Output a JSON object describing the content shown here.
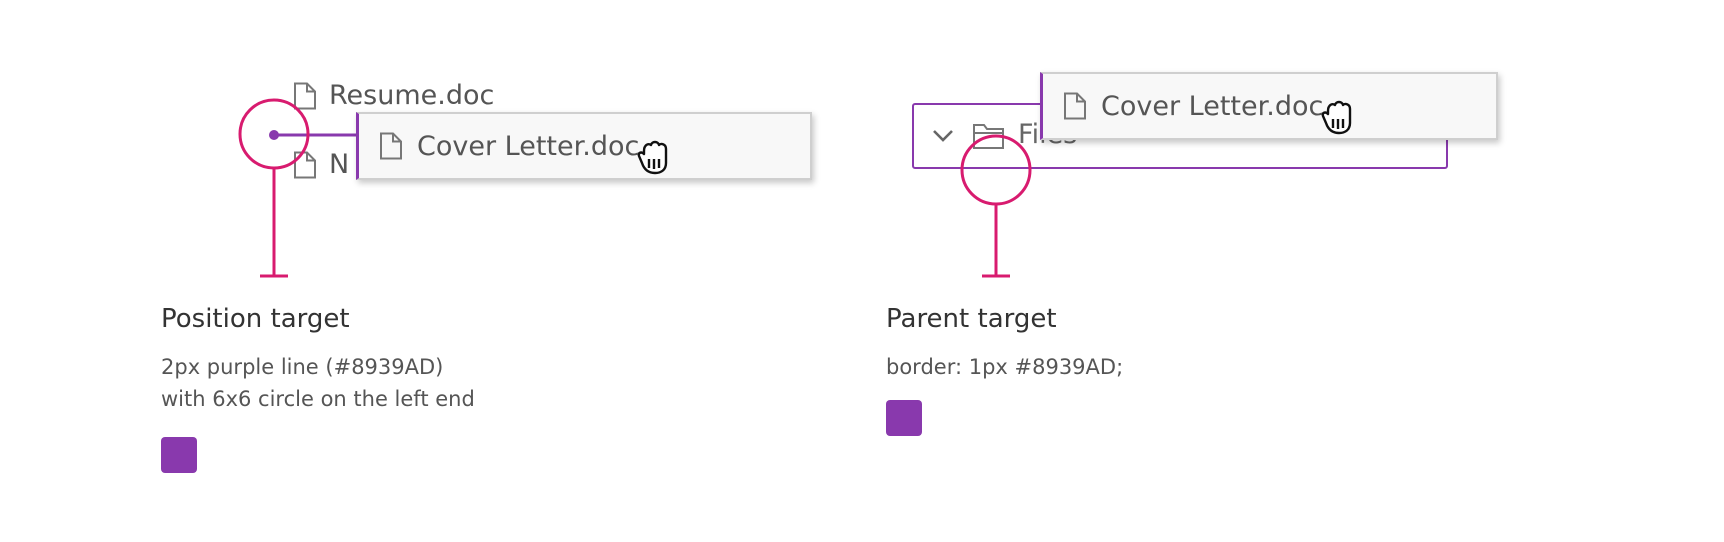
{
  "left_example": {
    "files": [
      {
        "name": "Resume.doc",
        "icon": "file-icon"
      },
      {
        "name": "N",
        "icon": "file-icon"
      }
    ],
    "drag_item": {
      "name": "Cover Letter.doc",
      "icon": "file-icon"
    },
    "caption": {
      "title": "Position target",
      "line1": "2px purple line (#8939AD)",
      "line2": "with 6x6 circle on the left end"
    },
    "swatch_color": "#8939AD"
  },
  "right_example": {
    "folder": {
      "name": "Files",
      "expander_icon": "chevron-down-icon",
      "icon": "folder-icon"
    },
    "drag_item": {
      "name": "Cover Letter.doc",
      "icon": "file-icon"
    },
    "caption": {
      "title": "Parent target",
      "line1": "border: 1px #8939AD;"
    },
    "swatch_color": "#8939AD"
  },
  "colors": {
    "accent": "#8939AD",
    "callout": "#D81B6F"
  }
}
